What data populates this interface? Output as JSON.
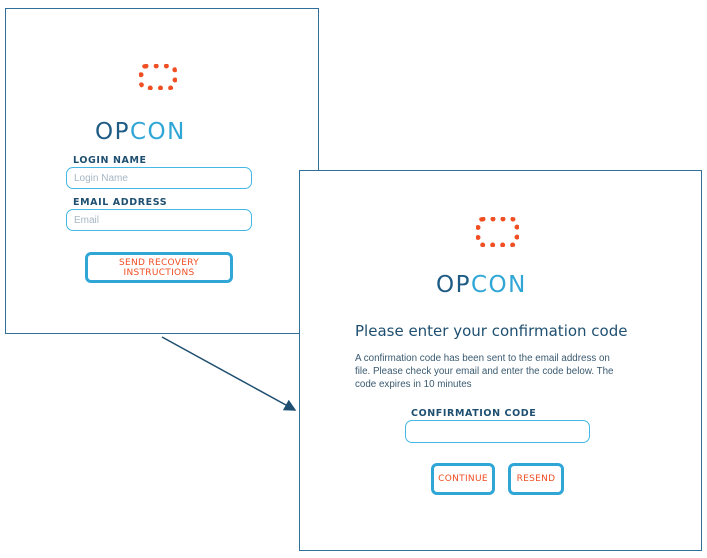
{
  "brand": {
    "wordmark_part1": "OP",
    "wordmark_part2": "CON",
    "colors": {
      "logo_mark": "#f04e23",
      "wordmark_dark": "#1f5c85",
      "wordmark_light": "#2fa6d6",
      "button_border": "#2fa6d6",
      "button_text": "#f04e23"
    }
  },
  "login_panel": {
    "login_name_label": "LOGIN NAME",
    "login_name_placeholder": "Login Name",
    "email_label": "EMAIL ADDRESS",
    "email_placeholder": "Email",
    "send_button_label": "SEND RECOVERY INSTRUCTIONS"
  },
  "confirm_panel": {
    "heading": "Please enter your confirmation code",
    "message_line1": "A confirmation code has been sent to the email address on",
    "message_line2": "file. Please check your email and enter the code below. The",
    "message_line3": "code expires in 10 minutes",
    "code_label": "CONFIRMATION CODE",
    "code_value": "",
    "continue_button_label": "CONTINUE",
    "resend_button_label": "RESEND"
  }
}
